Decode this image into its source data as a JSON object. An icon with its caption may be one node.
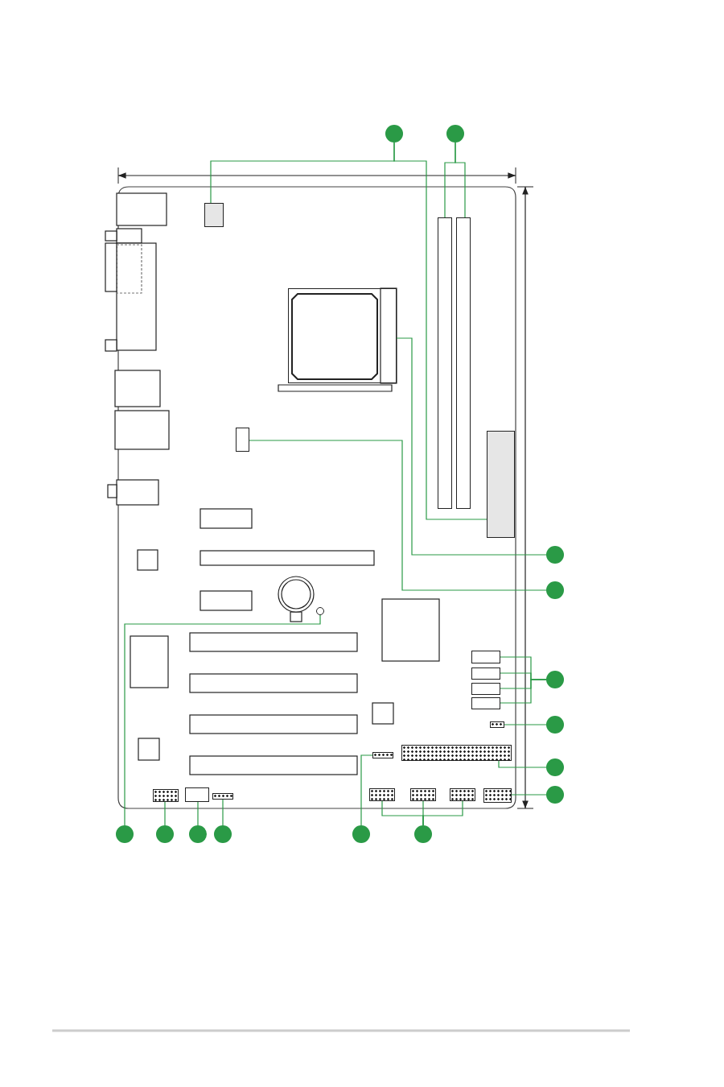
{
  "diagram": {
    "nodes": [
      {
        "text": [],
        "shape": "circle"
      },
      {
        "text": [],
        "shape": "circle"
      },
      {
        "text": [],
        "shape": "circle"
      },
      {
        "text": [],
        "shape": "circle"
      },
      {
        "text": [],
        "shape": "circle"
      },
      {
        "text": [],
        "shape": "circle"
      },
      {
        "text": [],
        "shape": "circle"
      },
      {
        "text": [],
        "shape": "circle"
      },
      {
        "text": [],
        "shape": "circle"
      },
      {
        "text": [],
        "shape": "circle"
      },
      {
        "text": [],
        "shape": "circle"
      },
      {
        "text": [],
        "shape": "circle"
      },
      {
        "text": [],
        "shape": "circle"
      },
      {
        "text": [],
        "shape": "circle"
      },
      {
        "text": [],
        "shape": "box"
      },
      {
        "text": [],
        "shape": "box"
      },
      {
        "text": [],
        "shape": "box"
      },
      {
        "text": [],
        "shape": "box"
      },
      {
        "text": [],
        "shape": "box"
      },
      {
        "text": [],
        "shape": "box"
      },
      {
        "text": [],
        "shape": "box"
      },
      {
        "text": [],
        "shape": "box"
      },
      {
        "text": [],
        "shape": "box"
      },
      {
        "text": [],
        "shape": "box"
      },
      {
        "text": [],
        "shape": "box"
      },
      {
        "text": [],
        "shape": "box"
      },
      {
        "text": [],
        "shape": "box"
      },
      {
        "text": [],
        "shape": "circle"
      },
      {
        "text": [],
        "shape": "box"
      },
      {
        "text": [],
        "shape": "box"
      },
      {
        "text": [],
        "shape": "box"
      },
      {
        "text": [],
        "shape": "box"
      },
      {
        "text": [],
        "shape": "box"
      },
      {
        "text": [],
        "shape": "box"
      },
      {
        "text": [],
        "shape": "box"
      }
    ],
    "edges": [
      {
        "from": 0,
        "to": 14,
        "arrow": "none"
      },
      {
        "from": 0,
        "to": 15,
        "arrow": "none"
      },
      {
        "from": 1,
        "to": 16,
        "arrow": "none"
      },
      {
        "from": 1,
        "to": 17,
        "arrow": "none"
      },
      {
        "from": 2,
        "to": 18,
        "arrow": "none"
      },
      {
        "from": 3,
        "to": 19,
        "arrow": "none"
      },
      {
        "from": 4,
        "to": 20,
        "arrow": "none"
      },
      {
        "from": 4,
        "to": 21,
        "arrow": "none"
      },
      {
        "from": 4,
        "to": 22,
        "arrow": "none"
      },
      {
        "from": 4,
        "to": 23,
        "arrow": "none"
      },
      {
        "from": 5,
        "to": 24,
        "arrow": "none"
      },
      {
        "from": 6,
        "to": 25,
        "arrow": "none"
      },
      {
        "from": 7,
        "to": 26,
        "arrow": "none"
      },
      {
        "from": 8,
        "to": 27,
        "arrow": "none"
      },
      {
        "from": 9,
        "to": 28,
        "arrow": "none"
      },
      {
        "from": 10,
        "to": 29,
        "arrow": "none"
      },
      {
        "from": 11,
        "to": 30,
        "arrow": "none"
      },
      {
        "from": 12,
        "to": 31,
        "arrow": "none"
      },
      {
        "from": 13,
        "to": 32,
        "arrow": "none"
      },
      {
        "from": 13,
        "to": 33,
        "arrow": "none"
      },
      {
        "from": 13,
        "to": 34,
        "arrow": "none"
      }
    ]
  }
}
